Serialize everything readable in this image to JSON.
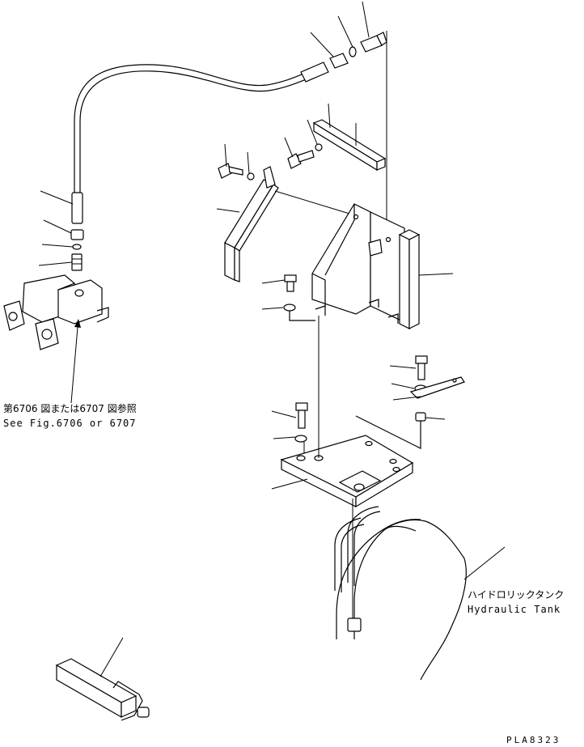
{
  "annotations": {
    "ref_jp": "第6706 図または6707 図参照",
    "ref_en": "See Fig.6706 or 6707",
    "tank_jp": "ハイドロリックタンク",
    "tank_en": "Hydraulic Tank",
    "drawing_code": "PLA8323"
  }
}
